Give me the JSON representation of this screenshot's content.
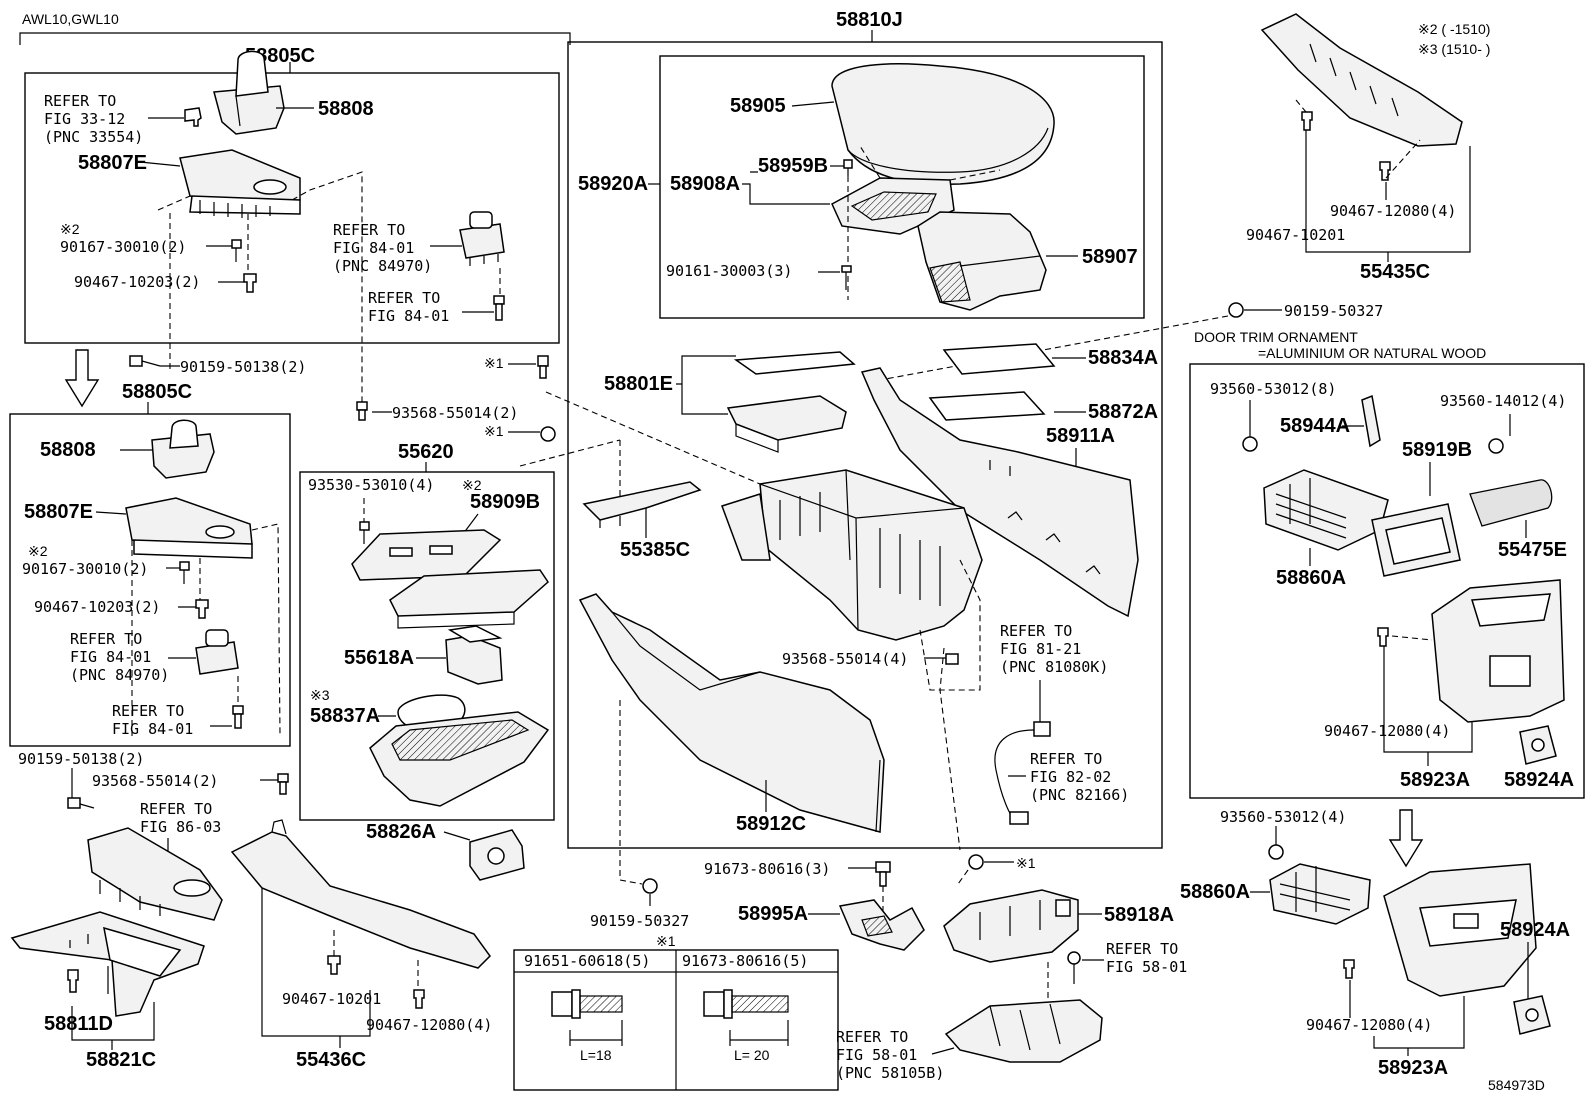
{
  "diagram": {
    "corner_code": "AWL10,GWL10",
    "figure_id": "584973D",
    "notes": {
      "n2": "※2 (      -1510)",
      "n3": "※3 (1510-      )"
    },
    "door_trim_note": {
      "line1": "DOOR TRIM ORNAMENT",
      "line2": "=ALUMINIUM OR NATURAL WOOD"
    },
    "group_labels": {
      "g58805c_top": "58805C",
      "g58805c_mid": "58805C",
      "g58810j": "58810J",
      "g55620": "55620",
      "g55435c": "55435C",
      "g58923a_mid": "58923A",
      "g58923a_bot": "58923A",
      "g58821c": "58821C",
      "g55436c": "55436C"
    },
    "parts": {
      "p58808a": "58808",
      "p58807ea": "58807E",
      "p58808b": "58808",
      "p58807eb": "58807E",
      "p58905": "58905",
      "p58920a": "58920A",
      "p58908a": "58908A",
      "p58959b": "58959B",
      "p58907": "58907",
      "p58801e": "58801E",
      "p58834a": "58834A",
      "p58872a": "58872A",
      "p58911a": "58911A",
      "p58909b": "58909B",
      "p55618a": "55618A",
      "p58837a": "58837A",
      "p55385c": "55385C",
      "p58912c": "58912C",
      "p58826a": "58826A",
      "p58995a": "58995A",
      "p58918a": "58918A",
      "p58811d": "58811D",
      "p58944a": "58944A",
      "p58919b": "58919B",
      "p55475e": "55475E",
      "p58860aa": "58860A",
      "p58860ab": "58860A",
      "p58924aa": "58924A",
      "p58924ab": "58924A"
    },
    "fasteners": {
      "f90167a": "90167-30010(2)",
      "f90467a": "90467-10203(2)",
      "f90159a": "90159-50138(2)",
      "f90167b": "90167-30010(2)",
      "f90467b": "90467-10203(2)",
      "f90159b": "90159-50138(2)",
      "f93568a": "93568-55014(2)",
      "f93568b": "93568-55014(2)",
      "f90161": "90161-30003(3)",
      "f90159c": "90159-50327",
      "f93530": "93530-53010(4)",
      "f93568c": "93568-55014(4)",
      "f90159d": "90159-50327",
      "f91673": "91673-80616(3)",
      "f90467c": "90467-10201",
      "f90467d": "90467-12080(4)",
      "f90467e": "90467-12080(4)",
      "f90467f": "90467-10201",
      "f93560a": "93560-53012(8)",
      "f93560b": "93560-14012(4)",
      "f90467g": "90467-12080(4)",
      "f93560c": "93560-53012(4)",
      "f90467h": "90467-12080(4)"
    },
    "marks": {
      "m2a": "※2",
      "m2b": "※2",
      "m2c": "※2",
      "m3": "※3",
      "m1a": "※1",
      "m1b": "※1",
      "m1c": "※1",
      "m1d": "※1"
    },
    "refs": {
      "r1": [
        "REFER TO",
        "FIG 33-12",
        "(PNC 33554)"
      ],
      "r2": [
        "REFER TO",
        "FIG 84-01",
        "(PNC 84970)"
      ],
      "r3": [
        "REFER TO",
        "FIG 84-01"
      ],
      "r4": [
        "REFER TO",
        "FIG 84-01",
        "(PNC 84970)"
      ],
      "r5": [
        "REFER TO",
        "FIG 84-01"
      ],
      "r6": [
        "REFER TO",
        "FIG 86-03"
      ],
      "r7": [
        "REFER TO",
        "FIG 81-21",
        "(PNC 81080K)"
      ],
      "r8": [
        "REFER TO",
        "FIG 82-02",
        "(PNC 82166)"
      ],
      "r9": [
        "REFER TO",
        "FIG 58-01"
      ],
      "r10": [
        "REFER TO",
        "FIG 58-01",
        "(PNC 58105B)"
      ]
    },
    "bolt_table": {
      "col1": "91651-60618(5)",
      "col2": "91673-80616(5)",
      "len1": "L=18",
      "len2": "L= 20"
    }
  }
}
